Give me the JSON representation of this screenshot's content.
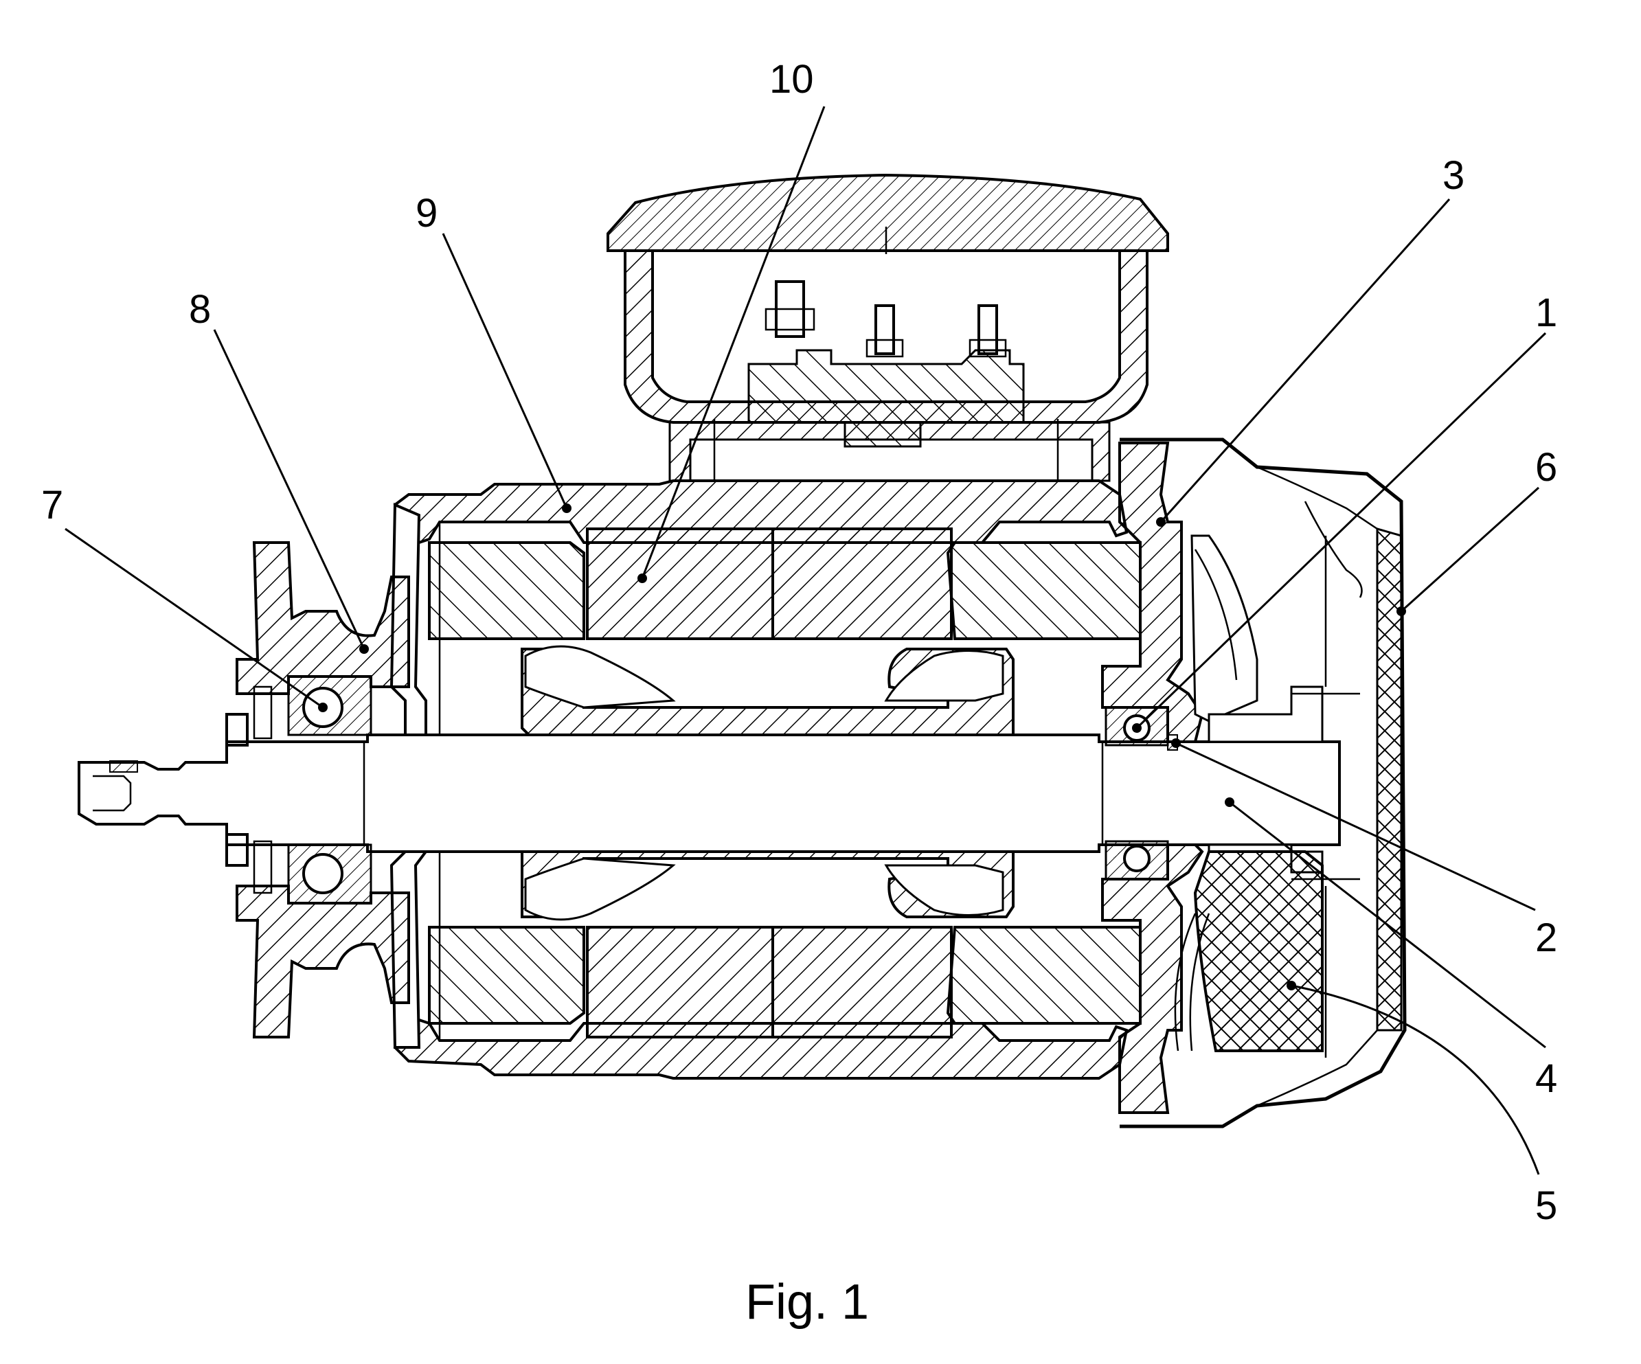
{
  "figure": {
    "caption": "Fig. 1",
    "callouts": [
      {
        "id": "callout-10",
        "label": "10"
      },
      {
        "id": "callout-9",
        "label": "9"
      },
      {
        "id": "callout-8",
        "label": "8"
      },
      {
        "id": "callout-7",
        "label": "7"
      },
      {
        "id": "callout-3",
        "label": "3"
      },
      {
        "id": "callout-1",
        "label": "1"
      },
      {
        "id": "callout-6",
        "label": "6"
      },
      {
        "id": "callout-2",
        "label": "2"
      },
      {
        "id": "callout-4",
        "label": "4"
      },
      {
        "id": "callout-5",
        "label": "5"
      }
    ]
  },
  "colors": {
    "line": "#000000",
    "background": "#ffffff"
  }
}
